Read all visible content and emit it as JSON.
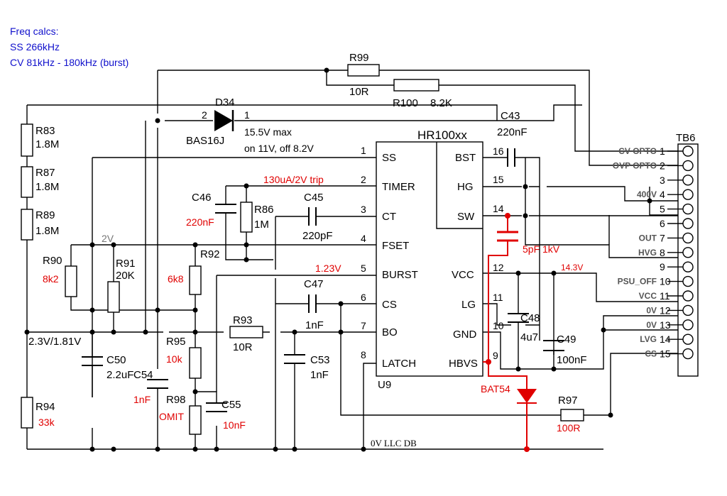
{
  "notes": {
    "title": "Freq calcs:",
    "line1": "SS 266kHz",
    "line2": "CV 81kHz - 180kHz (burst)"
  },
  "ic": {
    "name": "HR100xx",
    "ref": "U9",
    "left_pins": [
      {
        "num": "1",
        "name": "SS"
      },
      {
        "num": "2",
        "name": "TIMER"
      },
      {
        "num": "3",
        "name": "CT"
      },
      {
        "num": "4",
        "name": "FSET"
      },
      {
        "num": "5",
        "name": "BURST"
      },
      {
        "num": "6",
        "name": "CS"
      },
      {
        "num": "7",
        "name": "BO"
      },
      {
        "num": "8",
        "name": "LATCH"
      }
    ],
    "right_pins": [
      {
        "num": "16",
        "name": "BST"
      },
      {
        "num": "15",
        "name": "HG"
      },
      {
        "num": "14",
        "name": "SW"
      },
      {
        "num": "12",
        "name": "VCC"
      },
      {
        "num": "11",
        "name": "LG"
      },
      {
        "num": "10",
        "name": "GND"
      },
      {
        "num": "9",
        "name": "HBVS"
      }
    ]
  },
  "connector": {
    "ref": "TB6",
    "pins": [
      {
        "num": "1",
        "label": "CV OPTO"
      },
      {
        "num": "2",
        "label": "OVP OPTO"
      },
      {
        "num": "3",
        "label": ""
      },
      {
        "num": "4",
        "label": "400V"
      },
      {
        "num": "5",
        "label": ""
      },
      {
        "num": "6",
        "label": ""
      },
      {
        "num": "7",
        "label": "OUT"
      },
      {
        "num": "8",
        "label": "HVG"
      },
      {
        "num": "9",
        "label": ""
      },
      {
        "num": "10",
        "label": "PSU_OFF"
      },
      {
        "num": "11",
        "label": "VCC"
      },
      {
        "num": "12",
        "label": "0V"
      },
      {
        "num": "13",
        "label": "0V"
      },
      {
        "num": "14",
        "label": "LVG"
      },
      {
        "num": "15",
        "label": "CS"
      }
    ]
  },
  "components": {
    "R99": {
      "ref": "R99",
      "value": "10R"
    },
    "R100": {
      "ref": "R100",
      "value": "8.2K"
    },
    "D34": {
      "ref": "D34",
      "part": "BAS16J",
      "pin_a": "2",
      "pin_k": "1"
    },
    "D34_note1": "15.5V max",
    "D34_note2": "on 11V, off 8.2V",
    "R83": {
      "ref": "R83",
      "value": "1.8M"
    },
    "R87": {
      "ref": "R87",
      "value": "1.8M"
    },
    "R89": {
      "ref": "R89",
      "value": "1.8M"
    },
    "R90": {
      "ref": "R90",
      "value": "8k2"
    },
    "R91": {
      "ref": "R91",
      "value": "20K"
    },
    "R92": {
      "ref": "R92",
      "value": "6k8"
    },
    "R86": {
      "ref": "R86",
      "value": "1M"
    },
    "C46": {
      "ref": "C46",
      "value": "220nF"
    },
    "C45": {
      "ref": "C45",
      "value": "220pF"
    },
    "C47": {
      "ref": "C47",
      "value": "1nF"
    },
    "R93": {
      "ref": "R93",
      "value": "10R"
    },
    "C50": {
      "ref": "C50",
      "value": "2.2uF"
    },
    "C54": {
      "ref": "C54",
      "value": "1nF"
    },
    "R95": {
      "ref": "R95",
      "value": "10k"
    },
    "R98": {
      "ref": "R98",
      "value": "OMIT"
    },
    "C55": {
      "ref": "C55",
      "value": "10nF"
    },
    "C53": {
      "ref": "C53",
      "value": "1nF"
    },
    "R94": {
      "ref": "R94",
      "value": "33k"
    },
    "C43": {
      "ref": "C43",
      "value": "220nF"
    },
    "Cnew": {
      "value": "5pF 1kV"
    },
    "C48": {
      "ref": "C48",
      "value": "4u7"
    },
    "C49": {
      "ref": "C49",
      "value": "100nF"
    },
    "BAT54": {
      "part": "BAT54"
    },
    "R97": {
      "ref": "R97",
      "value": "100R"
    }
  },
  "annotations": {
    "timer_trip": "130uA/2V trip",
    "burst_v": "1.23V",
    "vcc_v": "14.3V",
    "node_2v": "2V",
    "node_bo": "2.3V/1.81V",
    "ground_label": "0V LLC DB"
  },
  "colors": {
    "wire": "#000000",
    "modified": "#e00000",
    "notes": "#1010cc",
    "connector_label": "#555555"
  }
}
